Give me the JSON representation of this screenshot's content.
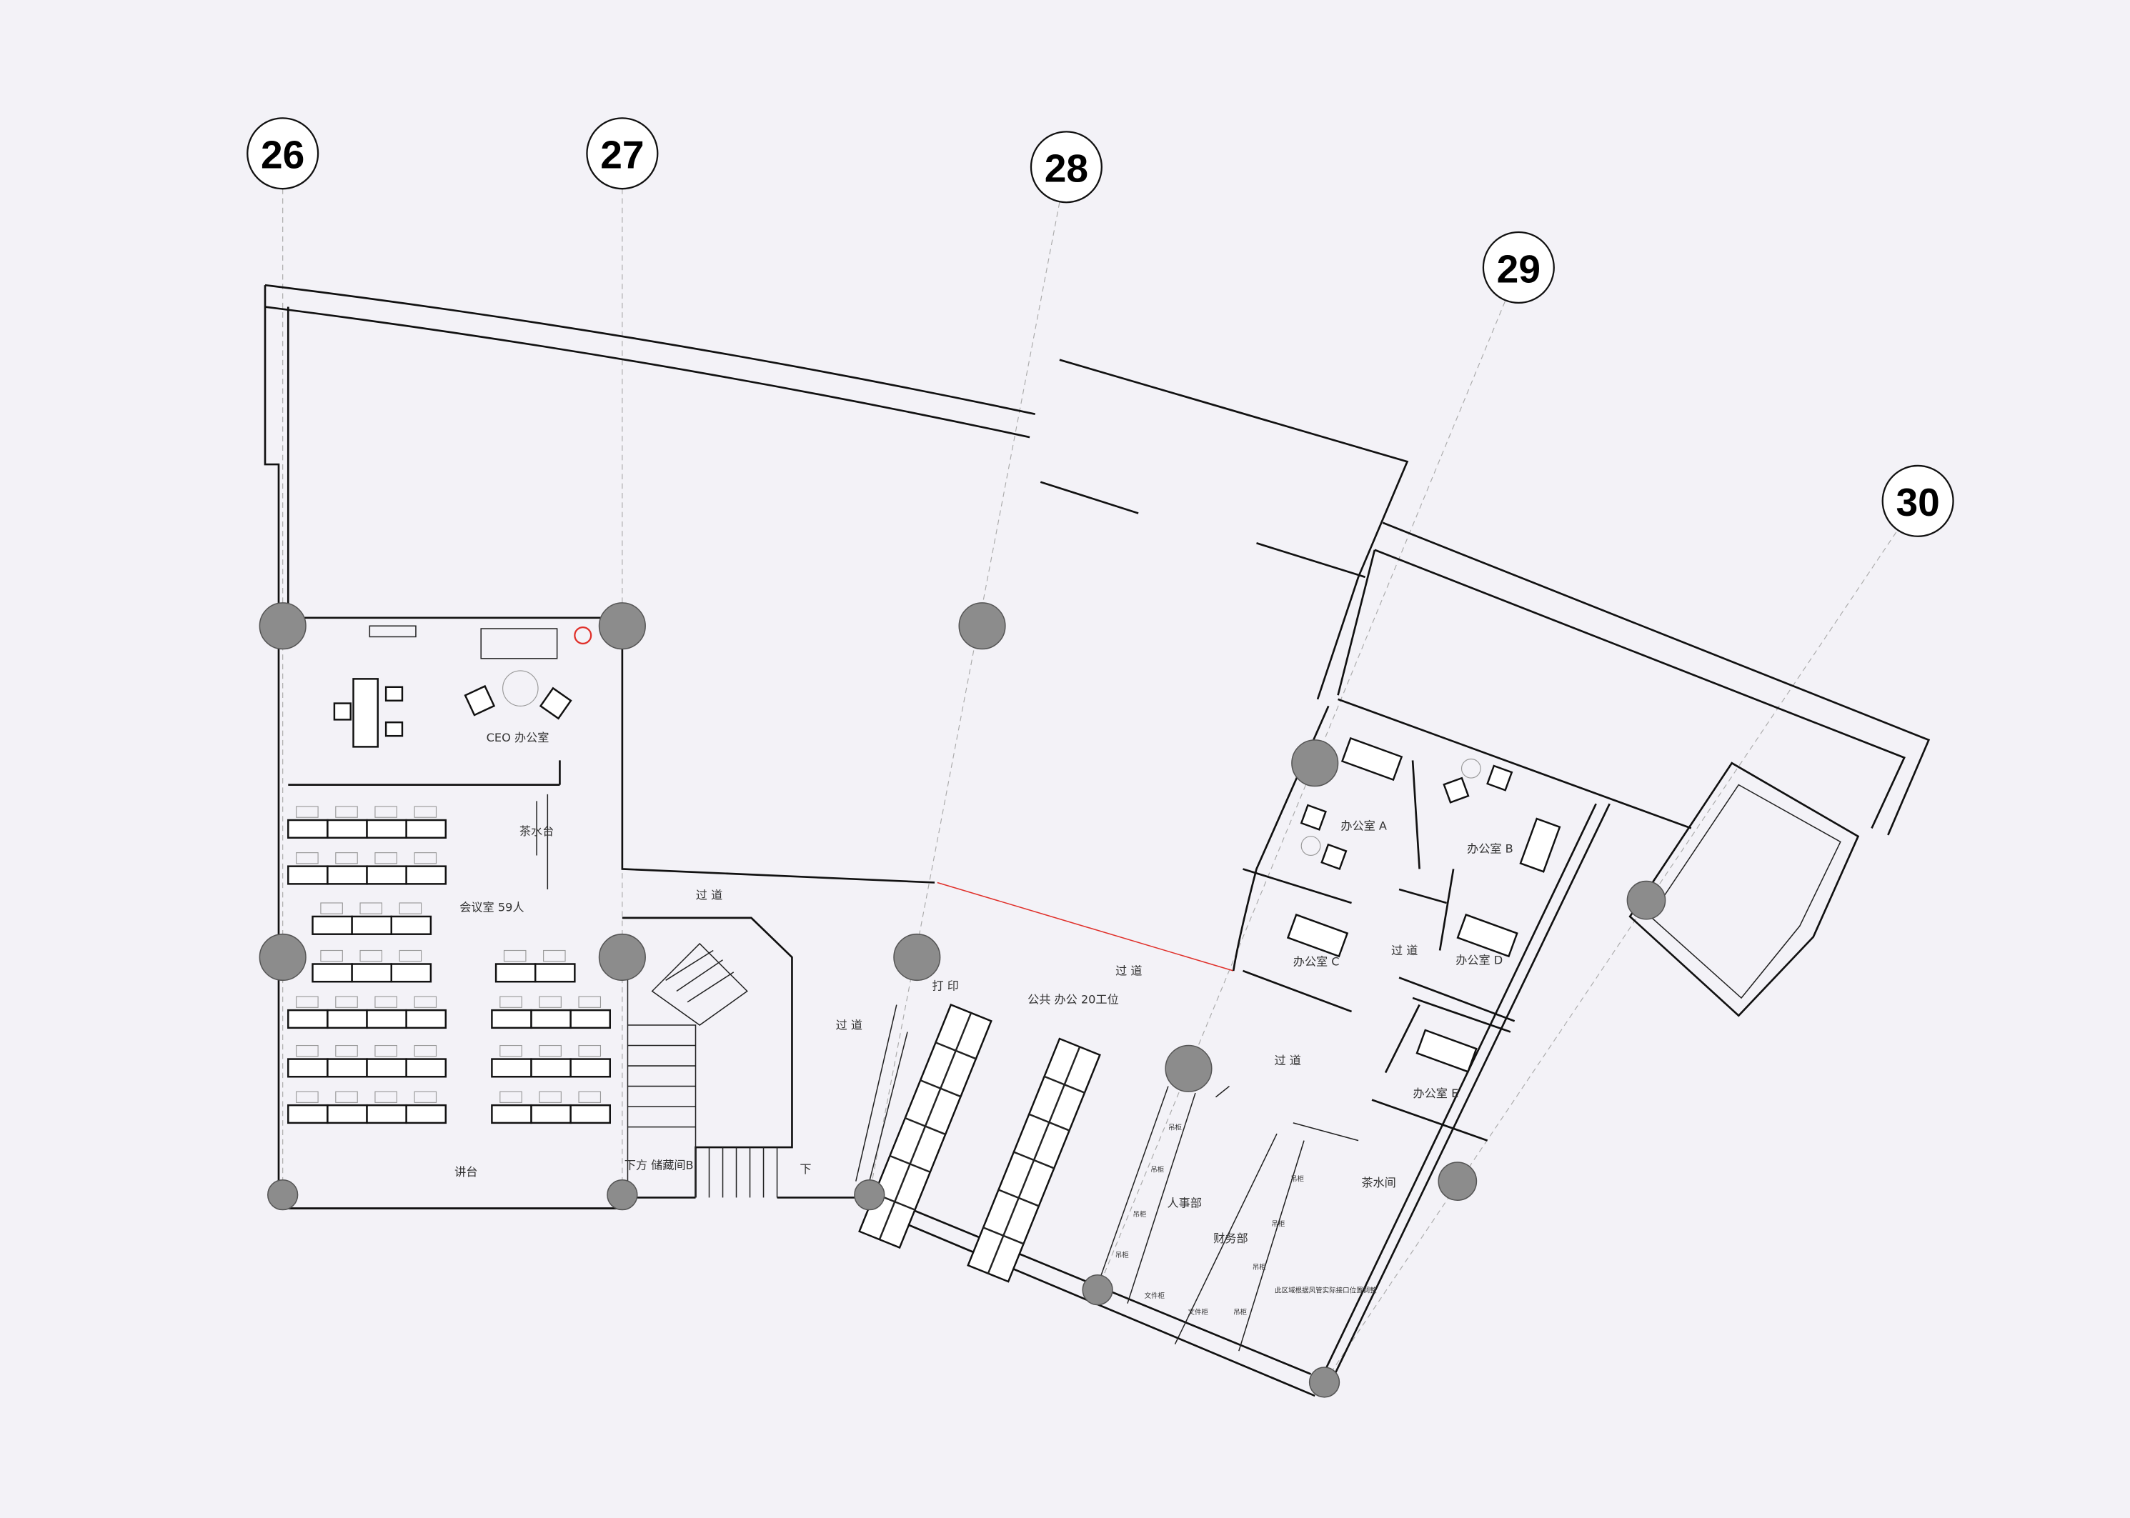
{
  "axes": [
    {
      "label": "26"
    },
    {
      "label": "27"
    },
    {
      "label": "28"
    },
    {
      "label": "29"
    },
    {
      "label": "30"
    }
  ],
  "rooms": {
    "ceo_office": "CEO 办公室",
    "tea_counter": "茶水台",
    "meeting_room": "会议室 59人",
    "podium": "讲台",
    "storage_b": "下方 储藏间B",
    "down": "下",
    "print": "打 印",
    "open_office": "公共 办公 20工位",
    "corridor": "过 道",
    "office_a": "办公室 A",
    "office_b": "办公室 B",
    "office_c": "办公室 C",
    "office_d": "办公室 D",
    "office_e": "办公室 E",
    "hr": "人事部",
    "finance": "财务部",
    "pantry": "茶水间"
  },
  "furniture": {
    "hanging_cabinet": "吊柜",
    "file_cabinet": "文件柜"
  },
  "note": "此区域根据风管实际接口位置调整",
  "colors": {
    "background": "#f3f2f7",
    "column": "#8c8c8c",
    "accent": "#e0302a"
  }
}
